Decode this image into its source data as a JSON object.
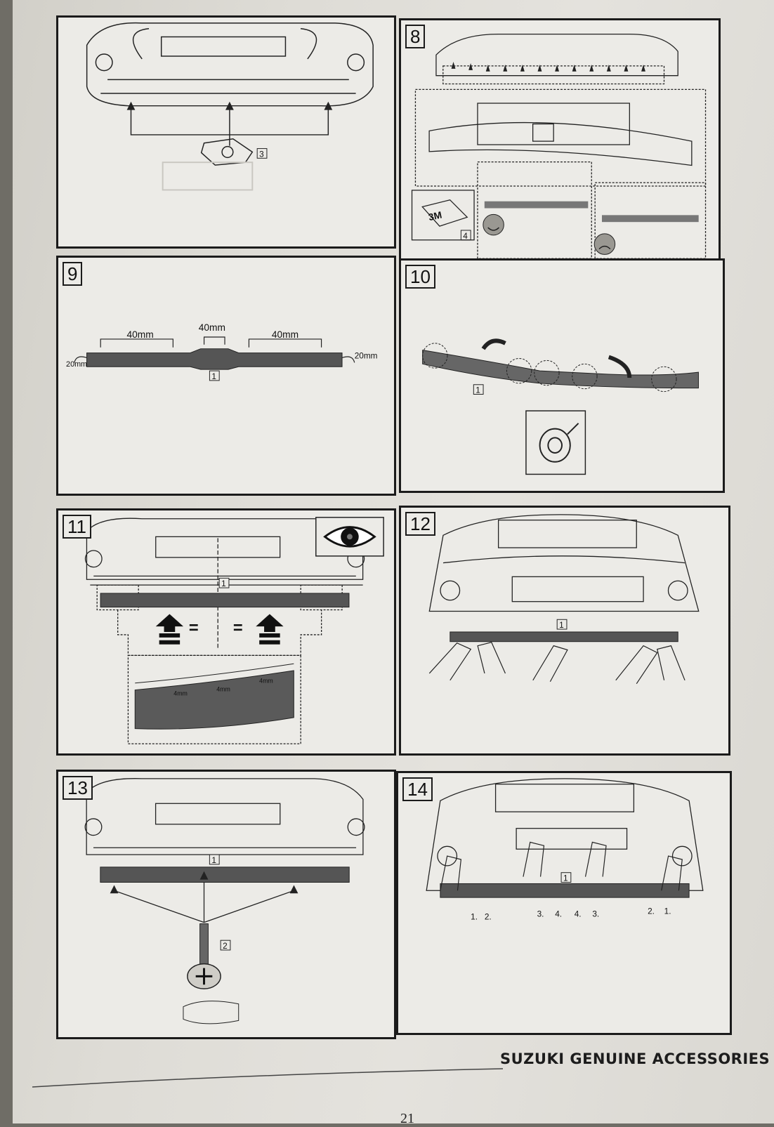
{
  "panels": {
    "p7": {
      "part": "3"
    },
    "p8": {
      "number": "8",
      "tape_label": "3M",
      "part": "4"
    },
    "p9": {
      "number": "9",
      "dim_a": "40mm",
      "dim_b": "40mm",
      "dim_c": "40mm",
      "edge_left": "20mm",
      "edge_right": "20mm",
      "part": "1"
    },
    "p10": {
      "number": "10",
      "part": "1"
    },
    "p11": {
      "number": "11",
      "part": "1",
      "eq1": "=",
      "eq2": "=",
      "gap1": "4mm",
      "gap2": "4mm",
      "gap3": "4mm"
    },
    "p12": {
      "number": "12",
      "part": "1"
    },
    "p13": {
      "number": "13",
      "part": "1",
      "screw_part": "2"
    },
    "p14": {
      "number": "14",
      "part": "1",
      "seq": [
        "1.",
        "2.",
        "3.",
        "4.",
        "4.",
        "3.",
        "2.",
        "1."
      ]
    }
  },
  "footer": {
    "brand": "SUZUKI GENUINE ACCESSORIES",
    "page_number": "21"
  },
  "icons": [
    "eye-icon",
    "tape-roll-icon",
    "smiley-good-icon",
    "smiley-bad-icon",
    "screw-icon"
  ]
}
